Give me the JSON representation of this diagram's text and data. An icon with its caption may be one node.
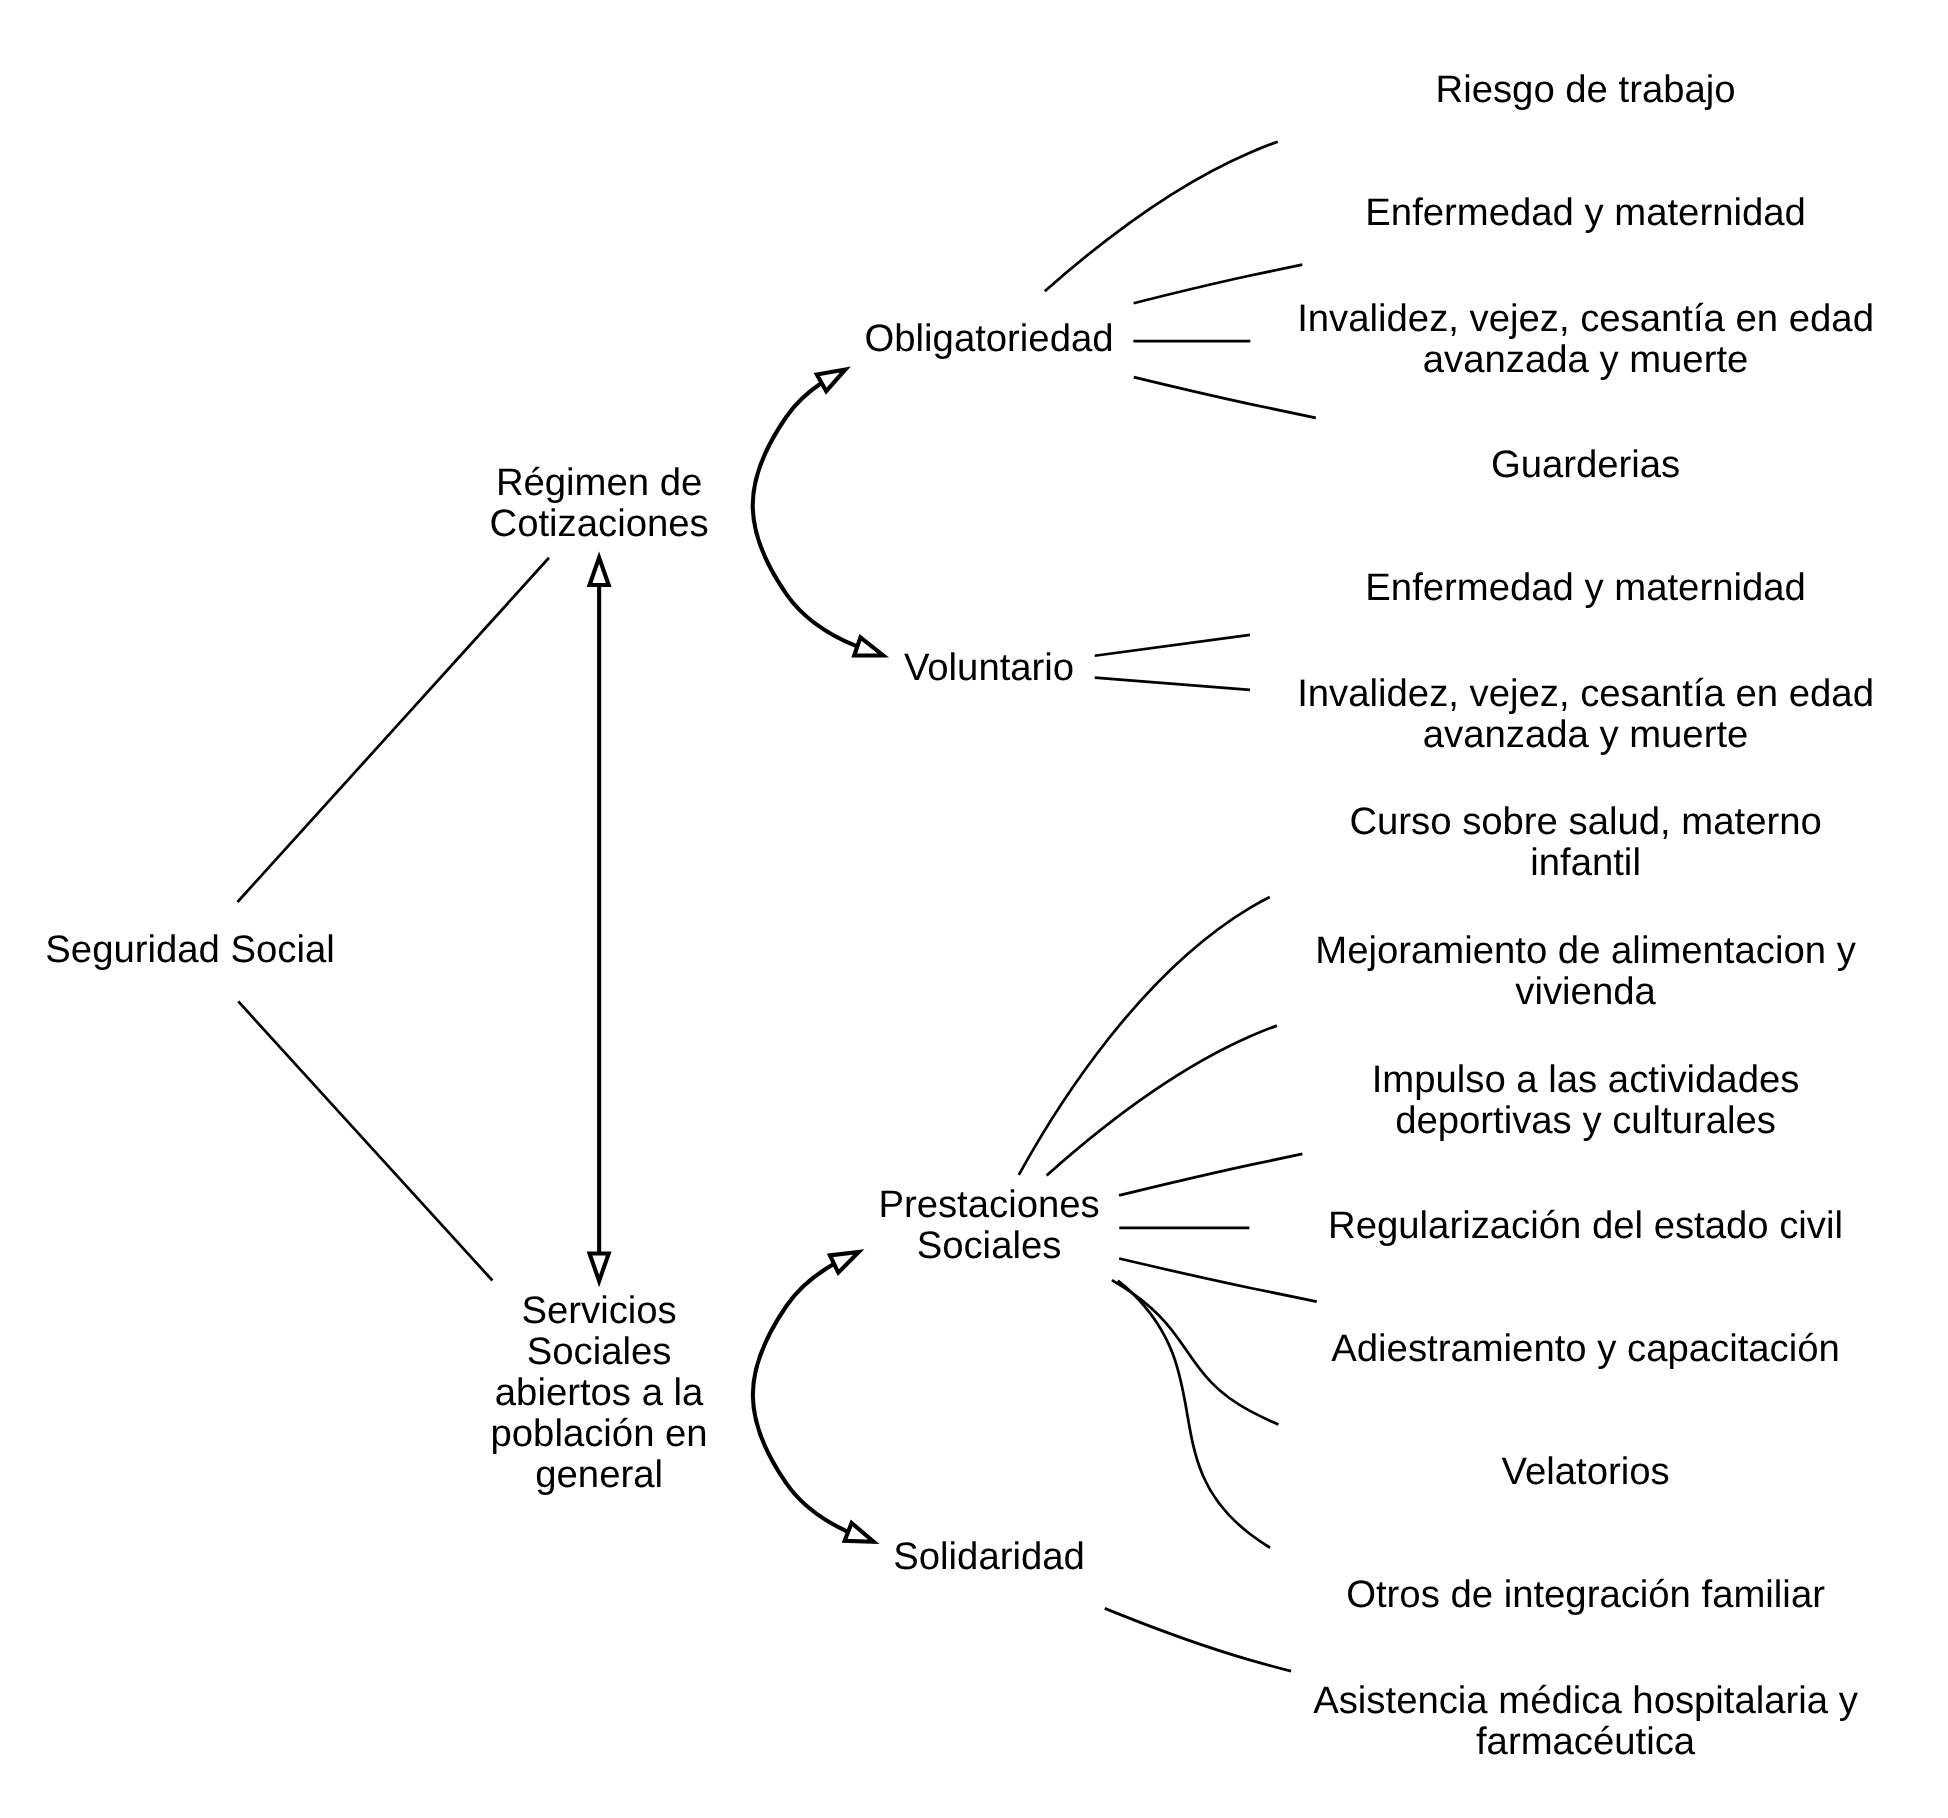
{
  "diagram": {
    "nodes": [
      {
        "text": [
          "Seguridad Social"
        ]
      },
      {
        "text": [
          "Régimen de Cotizaciones"
        ]
      },
      {
        "text": [
          "Servicios Sociales abiertos a la población en general"
        ]
      },
      {
        "text": [
          "Obligatoriedad"
        ]
      },
      {
        "text": [
          "Riesgo de trabajo"
        ]
      },
      {
        "text": [
          "Enfermedad y maternidad"
        ]
      },
      {
        "text": [
          "Invalidez, vejez, cesantía en edad avanzada y muerte"
        ]
      },
      {
        "text": [
          "Guarderias"
        ]
      },
      {
        "text": [
          "Voluntario"
        ]
      },
      {
        "text": [
          "Enfermedad y maternidad"
        ]
      },
      {
        "text": [
          "Invalidez, vejez, cesantía en edad avanzada y muerte"
        ]
      },
      {
        "text": [
          "Prestaciones Sociales"
        ]
      },
      {
        "text": [
          "Curso sobre salud, materno infantil"
        ]
      },
      {
        "text": [
          "Mejoramiento de alimentacion y vivienda"
        ]
      },
      {
        "text": [
          "Impulso a las actividades deportivas y culturales"
        ]
      },
      {
        "text": [
          "Regularización del estado civil"
        ]
      },
      {
        "text": [
          "Adiestramiento y capacitación"
        ]
      },
      {
        "text": [
          "Velatorios"
        ]
      },
      {
        "text": [
          "Otros de integración familiar"
        ]
      },
      {
        "text": [
          "Solidaridad"
        ]
      },
      {
        "text": [
          "Asistencia médica hospitalaria y farmacéutica"
        ]
      }
    ],
    "edges": [
      {
        "from": 0,
        "to": 1,
        "arrow": "none"
      },
      {
        "from": 0,
        "to": 2,
        "arrow": "none"
      },
      {
        "from": 1,
        "to": 2,
        "arrow": "both"
      },
      {
        "from": 3,
        "to": 4,
        "arrow": "none"
      },
      {
        "from": 3,
        "to": 5,
        "arrow": "none"
      },
      {
        "from": 3,
        "to": 6,
        "arrow": "none"
      },
      {
        "from": 3,
        "to": 7,
        "arrow": "none"
      },
      {
        "from": 3,
        "to": 8,
        "arrow": "both"
      },
      {
        "from": 8,
        "to": 9,
        "arrow": "none"
      },
      {
        "from": 8,
        "to": 10,
        "arrow": "none"
      },
      {
        "from": 11,
        "to": 12,
        "arrow": "none"
      },
      {
        "from": 11,
        "to": 13,
        "arrow": "none"
      },
      {
        "from": 11,
        "to": 14,
        "arrow": "none"
      },
      {
        "from": 11,
        "to": 15,
        "arrow": "none"
      },
      {
        "from": 11,
        "to": 16,
        "arrow": "none"
      },
      {
        "from": 11,
        "to": 17,
        "arrow": "none"
      },
      {
        "from": 11,
        "to": 18,
        "arrow": "none"
      },
      {
        "from": 11,
        "to": 19,
        "arrow": "both"
      },
      {
        "from": 19,
        "to": 20,
        "arrow": "none"
      }
    ]
  }
}
